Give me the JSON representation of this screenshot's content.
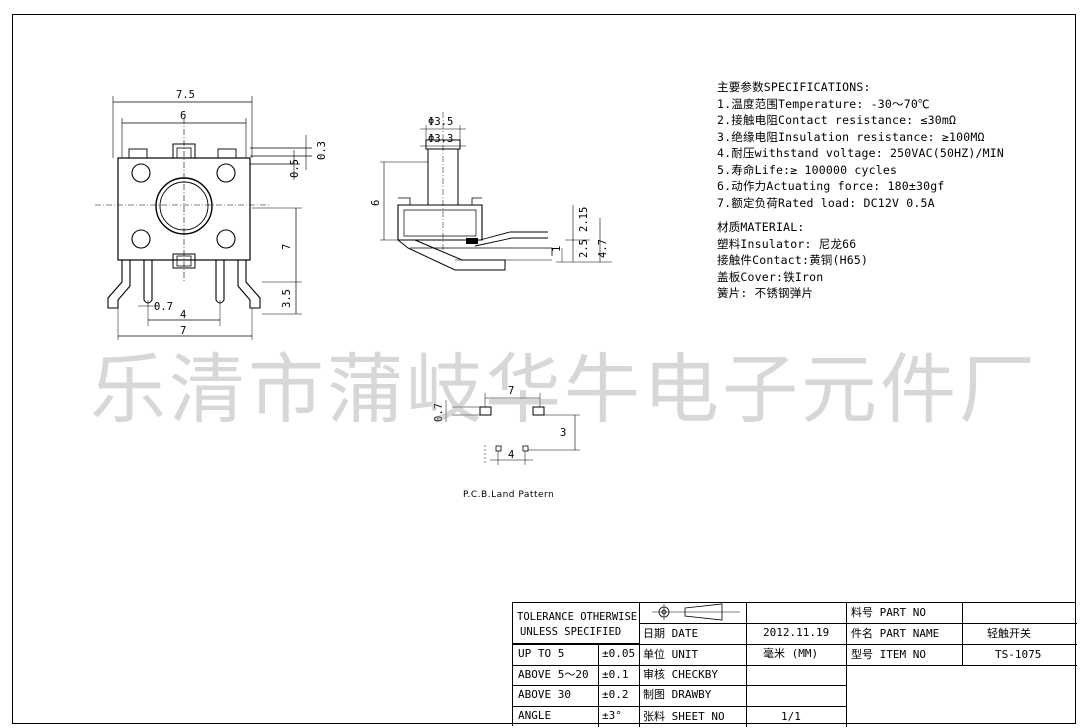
{
  "front_view": {
    "dim_overall_width": "7.5",
    "dim_inner_width": "6",
    "dim_tab_height": "0.3",
    "dim_tab_offset": "0.5",
    "dim_body_height": "7",
    "dim_leg_height": "3.5",
    "dim_pin_width": "0.7",
    "dim_pin_spacing": "4",
    "dim_pin_span": "7"
  },
  "side_view": {
    "dim_actuator_dia": "Φ3.5",
    "dim_stem_dia": "Φ3.3",
    "dim_actuator_height": "6",
    "dim_upper": "2.15",
    "dim_lower": "2.5",
    "dim_total": "4.7",
    "dim_base": "1"
  },
  "pcb": {
    "dim_pad_spacing_x": "7",
    "dim_pad_size": "0.7",
    "dim_pad_spacing_y": "3",
    "dim_pin_spacing": "4",
    "caption": "P.C.B.Land Pattern"
  },
  "specifications": {
    "heading": "主要参数SPECIFICATIONS:",
    "items": [
      "1.温度范围Temperature: -30～70℃",
      "2.接触电阻Contact resistance: ≤30mΩ",
      "3.绝缘电阻Insulation resistance: ≥100MΩ",
      "4.耐压withstand voltage:  250VAC(50HZ)/MIN",
      "5.寿命Life:≥ 100000 cycles",
      "6.动作力Actuating force: 180±30gf",
      "7.额定负荷Rated load:  DC12V 0.5A"
    ]
  },
  "material": {
    "heading": "材质MATERIAL:",
    "items": [
      "塑料Insulator:  尼龙66",
      "接触件Contact:黄铜(H65)",
      "盖板Cover:铁Iron",
      "簧片:  不锈钢弹片"
    ]
  },
  "watermark": "乐清市蒲岐华牛电子元件厂",
  "title_block": {
    "tolerance_heading_1": "TOLERANCE OTHERWISE",
    "tolerance_heading_2": "UNLESS SPECIFIED",
    "tolerances": [
      {
        "range": "UP TO 5",
        "value": "±0.05"
      },
      {
        "range": "ABOVE 5～20",
        "value": "±0.1"
      },
      {
        "range": "ABOVE 30",
        "value": "±0.2"
      },
      {
        "range": "ANGLE",
        "value": "±3°"
      }
    ],
    "date_label": "日期  DATE",
    "date_value": "2012.11.19",
    "unit_label": "单位  UNIT",
    "unit_value": "毫米 (MM)",
    "check_label": "审核  CHECKBY",
    "draw_label": "制图  DRAWBY",
    "sheet_label": "张料  SHEET NO",
    "sheet_value": "1/1",
    "part_no_label": "料号 PART NO",
    "part_name_label": "件名 PART NAME",
    "part_name_value": "轻触开关",
    "item_no_label": "型号 ITEM NO",
    "item_no_value": "TS-1075"
  }
}
